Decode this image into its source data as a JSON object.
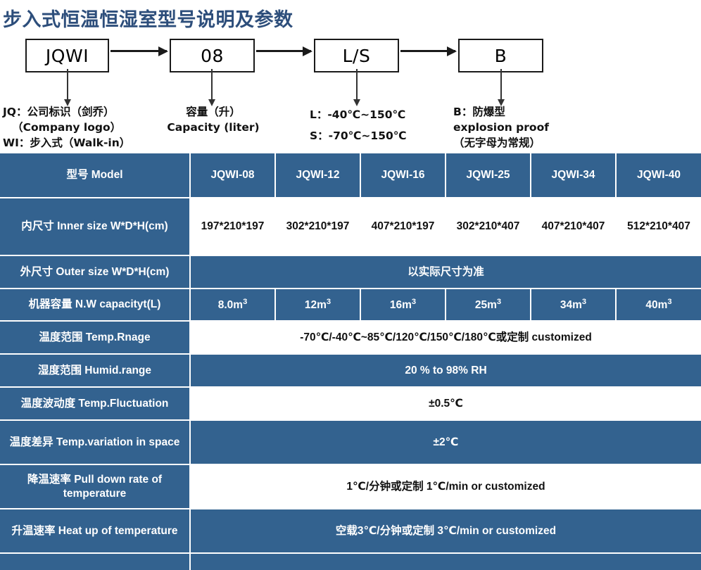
{
  "title": "步入式恒温恒湿室型号说明及参数",
  "colors": {
    "title": "#2d4e7b",
    "table_blue": "#33628f",
    "table_white": "#ffffff",
    "box_border": "#1a1a1a"
  },
  "diagram": {
    "boxes": [
      {
        "label": "JQWI"
      },
      {
        "label": "08"
      },
      {
        "label": "L/S"
      },
      {
        "label": "B"
      }
    ],
    "captions": [
      {
        "line1": "JQ：公司标识（剑乔）",
        "line2": "（Company logo）",
        "line3": "WI：步入式（Walk-in）"
      },
      {
        "line1": "容量（升）",
        "line2": "Capacity (liter)",
        "line3": ""
      },
      {
        "line1": "L：-40℃~150℃",
        "line2": "",
        "line3": "S：-70℃~150℃"
      },
      {
        "line1": "B：防爆型",
        "line2": "explosion proof",
        "line3": "（无字母为常规）"
      }
    ]
  },
  "table": {
    "header": {
      "row_label": "型号 Model",
      "models": [
        "JQWI-08",
        "JQWI-12",
        "JQWI-16",
        "JQWI-25",
        "JQWI-34",
        "JQWI-40"
      ]
    },
    "rows": [
      {
        "label": "内尺寸 Inner size W*D*H(cm)",
        "style": "white",
        "span": false,
        "values": [
          "197*210*197",
          "302*210*197",
          "407*210*197",
          "302*210*407",
          "407*210*407",
          "512*210*407"
        ]
      },
      {
        "label": "外尺寸 Outer size W*D*H(cm)",
        "style": "blue",
        "span": true,
        "value": "以实际尺寸为准"
      },
      {
        "label": "机器容量 N.W capacityt(L)",
        "style": "blue",
        "span": false,
        "values": [
          "8.0m³",
          "12m³",
          "16m³",
          "25m³",
          "34m³",
          "40m³"
        ]
      },
      {
        "label": "温度范围 Temp.Rnage",
        "style": "white",
        "span": true,
        "value": "-70℃/-40℃~85℃/120℃/150℃/180℃或定制 customized"
      },
      {
        "label": "湿度范围 Humid.range",
        "style": "blue",
        "span": true,
        "value": "20 % to 98% RH"
      },
      {
        "label": "温度波动度 Temp.Fluctuation",
        "style": "white",
        "span": true,
        "value": "±0.5℃"
      },
      {
        "label": "温度差异 Temp.variation in space",
        "style": "blue",
        "span": true,
        "value": "±2℃"
      },
      {
        "label": "降温速率 Pull down rate of temperature",
        "style": "white",
        "span": true,
        "value": "1℃/分钟或定制    1℃/min or customized"
      },
      {
        "label": "升温速率 Heat up of temperature",
        "style": "blue",
        "span": true,
        "value": "空载3℃/分钟或定制 3℃/min or customized"
      },
      {
        "label": "",
        "style": "blue",
        "span": true,
        "value": ""
      }
    ]
  }
}
